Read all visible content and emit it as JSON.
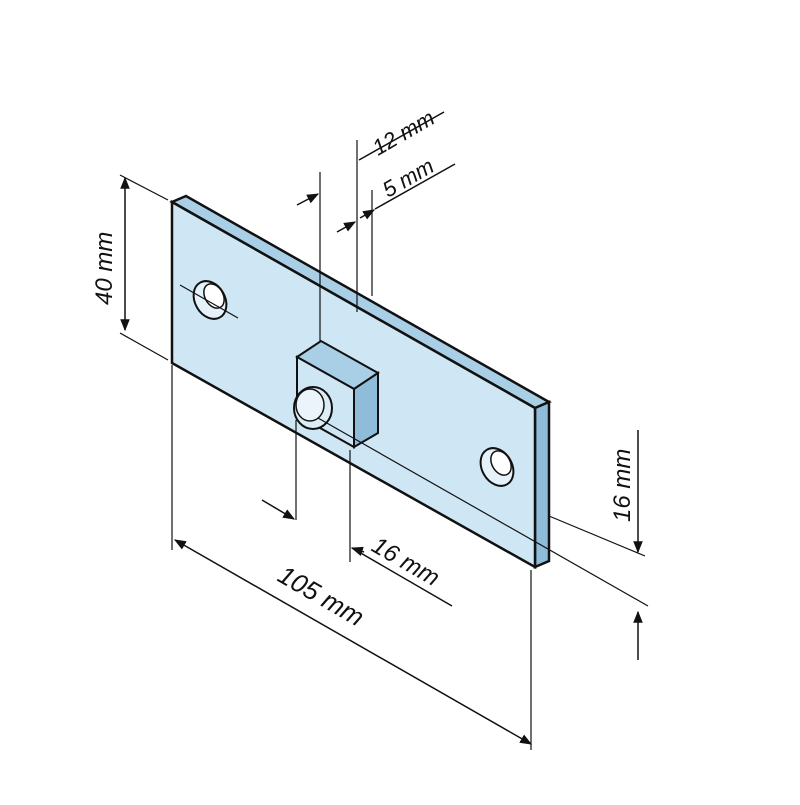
{
  "diagram": {
    "dimensions": {
      "height": "40 mm",
      "width": "105 mm",
      "spacing": "16 mm",
      "offset": "16 mm",
      "depth_total": "12 mm",
      "plate_thickness": "5 mm"
    },
    "colors": {
      "plate_front": "#cfe7f4",
      "plate_top": "#a9cfe6",
      "plate_side": "#8fbcd9",
      "stroke": "#111111"
    }
  }
}
